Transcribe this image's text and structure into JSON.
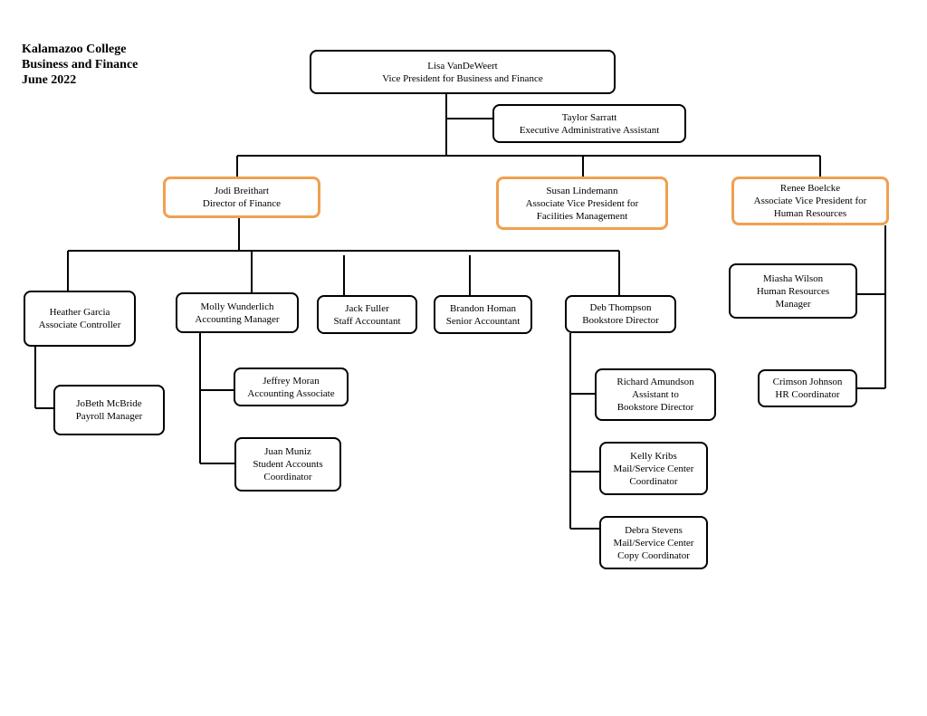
{
  "header": {
    "line1": "Kalamazoo College",
    "line2": "Business and Finance",
    "line3": "June 2022"
  },
  "colors": {
    "highlight": "#f0a050",
    "stroke": "#000000"
  },
  "people": {
    "vandeweert": {
      "name": "Lisa VanDeWeert",
      "title": "Vice President for Business and Finance"
    },
    "sarratt": {
      "name": "Taylor Sarratt",
      "title": "Executive Administrative Assistant"
    },
    "breithart": {
      "name": "Jodi Breithart",
      "title": "Director of Finance"
    },
    "lindemann": {
      "name": "Susan Lindemann",
      "title1": "Associate Vice President for",
      "title2": "Facilities Management"
    },
    "boelcke": {
      "name": "Renee Boelcke",
      "title1": "Associate Vice President for",
      "title2": "Human Resources"
    },
    "garcia": {
      "name": "Heather Garcia",
      "title": "Associate Controller"
    },
    "wunderlich": {
      "name": "Molly Wunderlich",
      "title": "Accounting Manager"
    },
    "fuller": {
      "name": "Jack Fuller",
      "title": "Staff Accountant"
    },
    "homan": {
      "name": "Brandon Homan",
      "title": "Senior Accountant"
    },
    "thompson": {
      "name": "Deb Thompson",
      "title": "Bookstore Director"
    },
    "wilson": {
      "name": "Miasha Wilson",
      "title1": "Human Resources",
      "title2": "Manager"
    },
    "mcbride": {
      "name": "JoBeth McBride",
      "title": "Payroll Manager"
    },
    "moran": {
      "name": "Jeffrey Moran",
      "title": "Accounting Associate"
    },
    "muniz": {
      "name": "Juan Muniz",
      "title1": "Student Accounts",
      "title2": "Coordinator"
    },
    "amundson": {
      "name": "Richard Amundson",
      "title1": "Assistant to",
      "title2": "Bookstore Director"
    },
    "kribs": {
      "name": "Kelly Kribs",
      "title1": "Mail/Service Center",
      "title2": "Coordinator"
    },
    "stevens": {
      "name": "Debra Stevens",
      "title1": "Mail/Service Center",
      "title2": "Copy Coordinator"
    },
    "johnson": {
      "name": "Crimson Johnson",
      "title": "HR Coordinator"
    }
  }
}
